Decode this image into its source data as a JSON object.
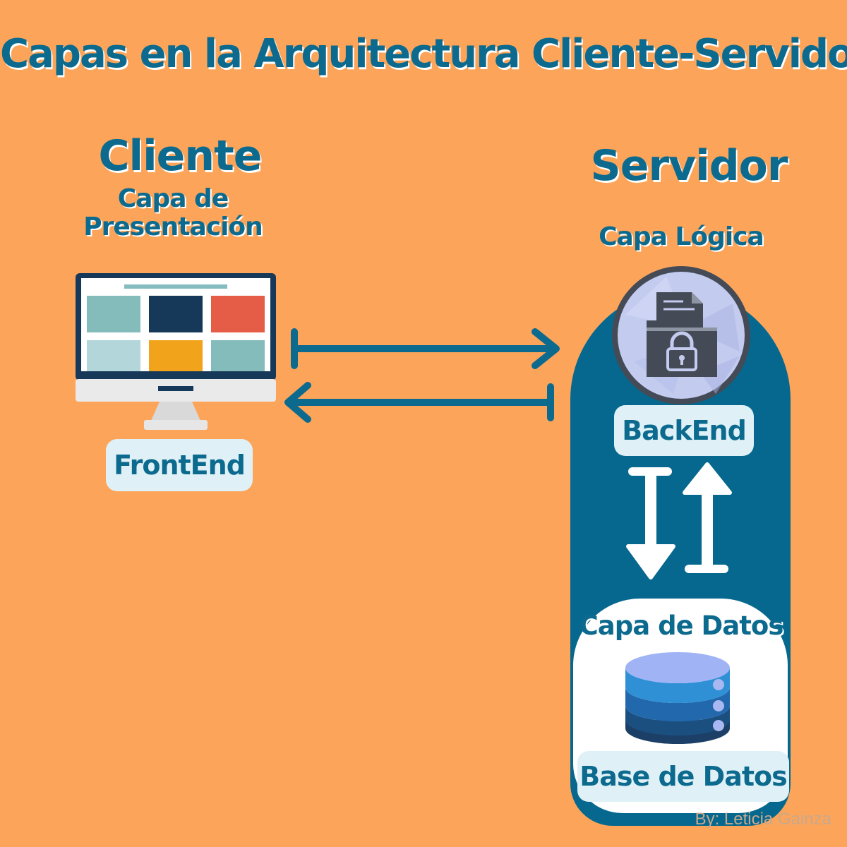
{
  "title": "Capas en la Arquitectura Cliente-Servidor",
  "client": {
    "heading": "Cliente",
    "layer": "Capa de Presentación",
    "component": "FrontEnd"
  },
  "server": {
    "heading": "Servidor",
    "logic_layer": "Capa Lógica",
    "component": "BackEnd",
    "data_layer": "Capa de Datos",
    "database": "Base de Datos"
  },
  "credit": "By: Leticia Gainza",
  "colors": {
    "background": "#fca55a",
    "primary": "#0c6a8e",
    "capsule": "#06688e",
    "label_bg": "#dff1f7"
  },
  "icons": {
    "client": "desktop-monitor-icon",
    "server": "secure-documents-folder-icon",
    "database": "database-stack-icon"
  }
}
